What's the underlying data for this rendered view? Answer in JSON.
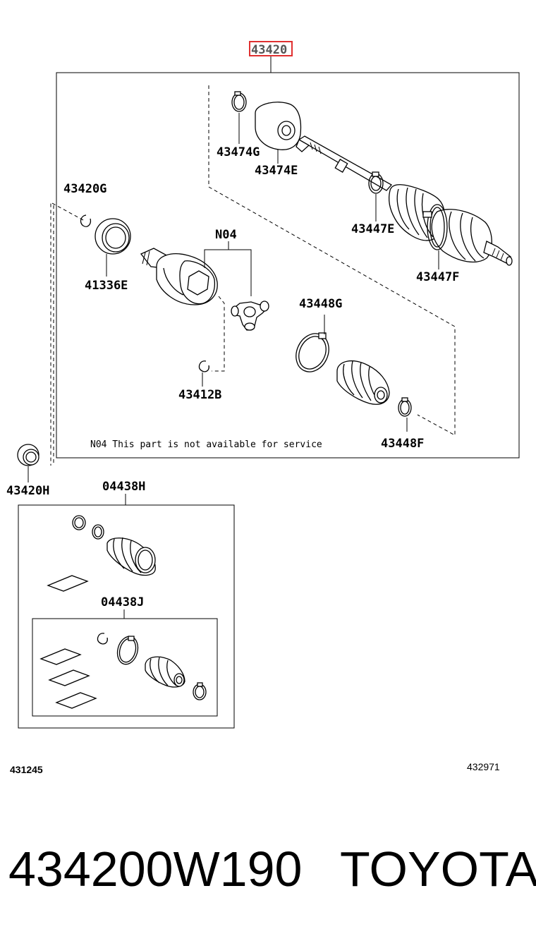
{
  "main_assembly": {
    "part_number": "43420",
    "highlighted": true,
    "highlight_color": "#e03030"
  },
  "parts": {
    "p43474G": "43474G",
    "p43474E": "43474E",
    "p43420G": "43420G",
    "p43447E": "43447E",
    "p41336E": "41336E",
    "pN04": "N04",
    "p43447F": "43447F",
    "p43448G": "43448G",
    "p43412B": "43412B",
    "p43448F": "43448F",
    "p43420H": "43420H",
    "p04438H": "04438H",
    "p04438J": "04438J"
  },
  "note": "N04 This part is not available for service",
  "footer": {
    "code_left": "431245",
    "code_right": "432971",
    "big_part_number": "434200W190",
    "brand": "TOYOTA"
  },
  "icons": [
    "drive-shaft-icon",
    "outboard-boot-icon",
    "inboard-boot-icon",
    "tripod-joint-icon",
    "clamp-icon",
    "snap-ring-icon",
    "dust-seal-icon",
    "grease-pack-icon"
  ]
}
